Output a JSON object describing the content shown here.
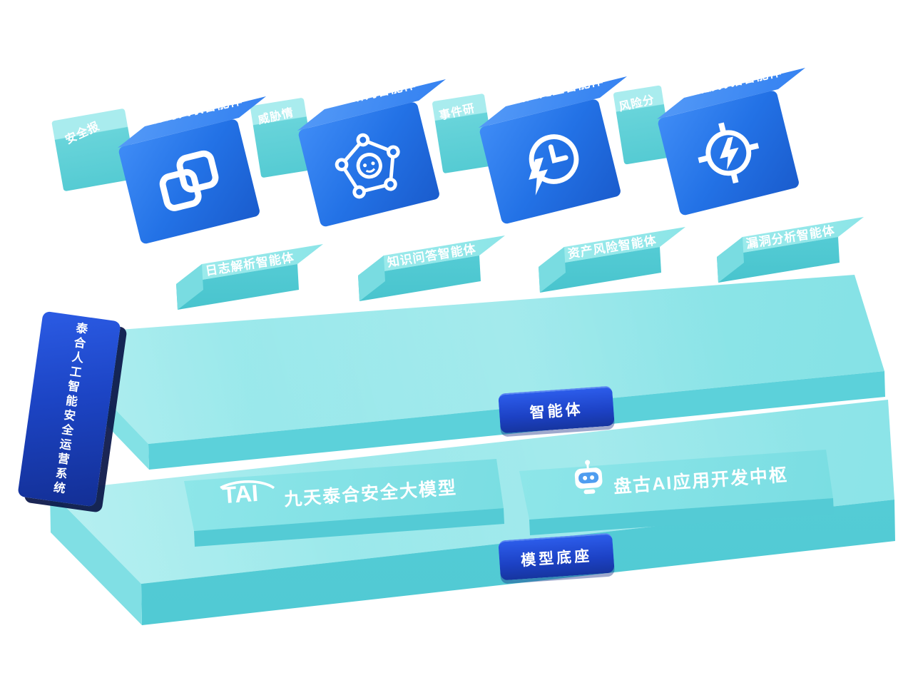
{
  "colors": {
    "cube_blue": "#2372e6",
    "cube_blue_light": "#4a94f6",
    "teal_top": "#9ceaec",
    "teal_front": "#5ad0d8",
    "badge_blue": "#1c41c4",
    "panel_blue": "#1c44c4",
    "background": "#ffffff"
  },
  "back_bars": [
    {
      "label": "安全报"
    },
    {
      "label": "威胁情"
    },
    {
      "label": "事件研"
    },
    {
      "label": "风险分"
    }
  ],
  "agent_cubes": [
    {
      "label": "行为关联智能体",
      "icon": "link-chain-icon"
    },
    {
      "label": "AI研判智能体",
      "icon": "pentagon-network-icon"
    },
    {
      "label": "响应处置智能体",
      "icon": "clock-lightning-icon"
    },
    {
      "label": "威胁狩猎智能体",
      "icon": "target-lightning-icon"
    }
  ],
  "agent_slabs": [
    {
      "label": "日志解析智能体"
    },
    {
      "label": "知识问答智能体"
    },
    {
      "label": "资产风险智能体"
    },
    {
      "label": "漏洞分析智能体"
    }
  ],
  "agent_platform": {
    "badge": "智能体"
  },
  "model_platform": {
    "badge": "模型底座"
  },
  "side_panel": {
    "title": "泰合人工智能安全运营系统"
  },
  "models": [
    {
      "label": "九天泰合安全大模型",
      "logo_text": "TAI",
      "icon": "tai-logo"
    },
    {
      "label": "盘古AI应用开发中枢",
      "icon": "robot-icon"
    }
  ]
}
